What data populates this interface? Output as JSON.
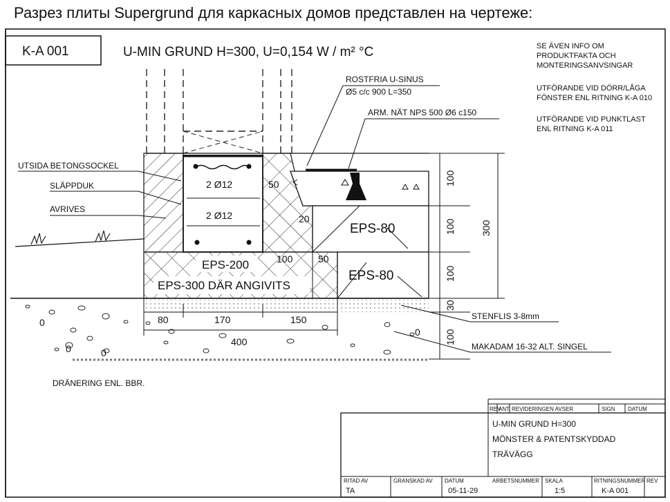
{
  "caption": "Разрез плиты Supergrund для каркасных домов представлен на чертеже:",
  "drawing": {
    "code": "K-A 001",
    "title": "U-MIN GRUND H=300, U=0,154 W / m² °C",
    "notes": [
      "SE ÄVEN INFO OM",
      "PRODUKTFAKTA OCH",
      "MONTERINGSANVSINGAR",
      "UTFÖRANDE VID DÖRR/LÅGA",
      "FÖNSTER ENL RITNING K-A 010",
      "UTFÖRANDE VID PUNKTLAST",
      "ENL RITNING K-A 011"
    ],
    "labels": {
      "rostfria": "ROSTFRIA U-SINUS",
      "rostfria_spec": "Ø5 c/c 900 L=350",
      "arm": "ARM. NÄT NPS 500 Ø6 c150",
      "utsida": "UTSIDA BETONGSOCKEL",
      "slappduk": "SLÄPPDUK",
      "avrives": "AVRIVES",
      "rebar_top": "2 Ø12",
      "rebar_bottom": "2 Ø12",
      "eps80_a": "EPS-80",
      "eps80_b": "EPS-80",
      "eps200": "EPS-200",
      "eps300": "EPS-300 DÄR ANGIVITS",
      "stenflis": "STENFLIS 3-8mm",
      "makadam": "MAKADAM 16-32 ALT. SINGEL",
      "dranering": "DRÄNERING ENL. BBR."
    },
    "dims": {
      "d50a": "50",
      "d20": "20",
      "d100a": "100",
      "d50b": "50",
      "d100_r1": "100",
      "d100_r2": "100",
      "d100_r3": "100",
      "d300": "300",
      "d30": "30",
      "d100_r4": "100",
      "d80": "80",
      "d170": "170",
      "d150": "150",
      "d400": "400"
    }
  },
  "title_block": {
    "rev_headers": [
      "REV",
      "ANT",
      "REVIDERINGEN AVSER",
      "SIGN",
      "DATUM"
    ],
    "desc1": "U-MIN GRUND H=300",
    "desc2": "MÖNSTER & PATENTSKYDDAD",
    "desc3": "TRÄVÄGG",
    "fields": {
      "ritad_label": "RITAD AV",
      "ritad_value": "TA",
      "granskad_label": "GRANSKAD AV",
      "granskad_value": "",
      "datum_label": "DATUM",
      "datum_value": "05-11-29",
      "arbets_label": "ARBETSNUMMER",
      "arbets_value": "",
      "skala_label": "SKALA",
      "skala_value": "1:5",
      "ritnr_label": "RITNINGSNUMMER",
      "ritnr_value": "K-A 001",
      "rev_label": "REV",
      "rev_value": ""
    }
  }
}
